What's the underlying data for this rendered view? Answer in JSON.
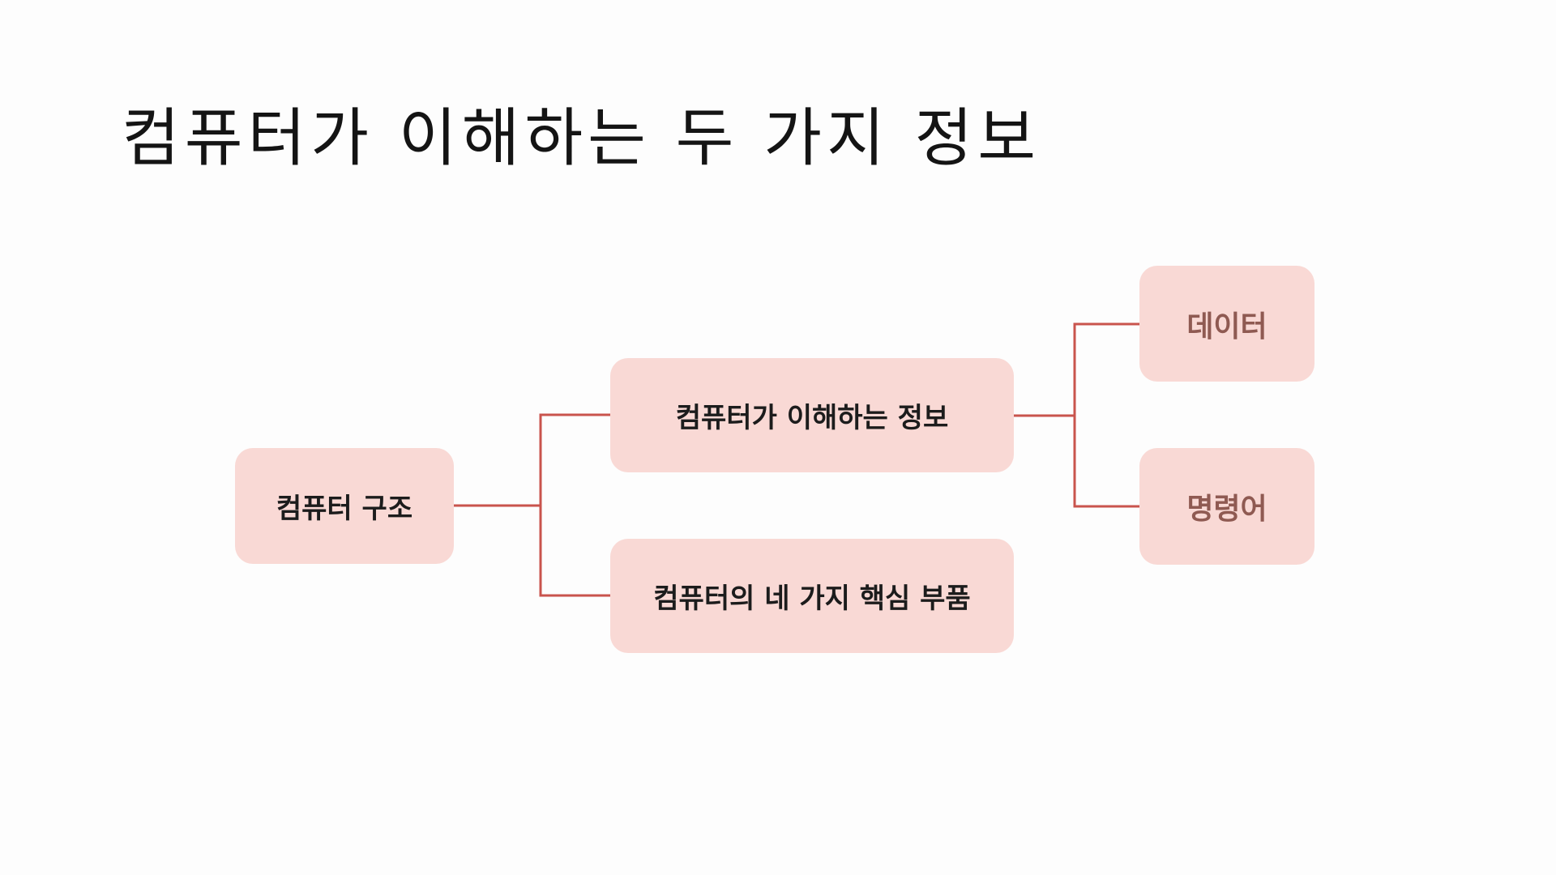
{
  "slide": {
    "title": "컴퓨터가 이해하는 두 가지 정보"
  },
  "diagram": {
    "root": "컴퓨터 구조",
    "branches": [
      {
        "label": "컴퓨터가 이해하는 정보",
        "children": [
          "데이터",
          "명령어"
        ]
      },
      {
        "label": "컴퓨터의 네 가지 핵심 부품",
        "children": []
      }
    ]
  },
  "colors": {
    "node_fill": "#f9d9d5",
    "connector": "#c9544d",
    "text_dark": "#1c1c1c",
    "text_muted": "#8f5a52"
  }
}
